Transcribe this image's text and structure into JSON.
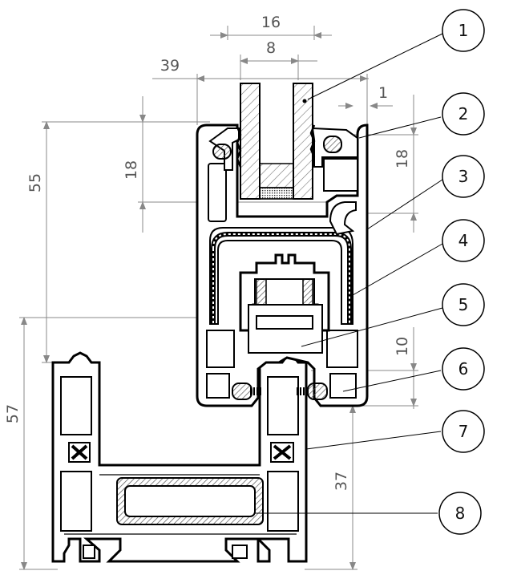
{
  "dimensions": {
    "glass_width": "16",
    "inner_width": "8",
    "sash_width": "39",
    "gap": "1",
    "sash_height": "55",
    "glazing_depth_left": "18",
    "glazing_depth_right": "18",
    "overlap": "10",
    "frame_height": "57",
    "frame_depth": "37"
  },
  "callouts": [
    "1",
    "2",
    "3",
    "4",
    "5",
    "6",
    "7",
    "8"
  ],
  "colors": {
    "line": "#000000",
    "dimension": "#888888",
    "hatch": "#777777"
  }
}
